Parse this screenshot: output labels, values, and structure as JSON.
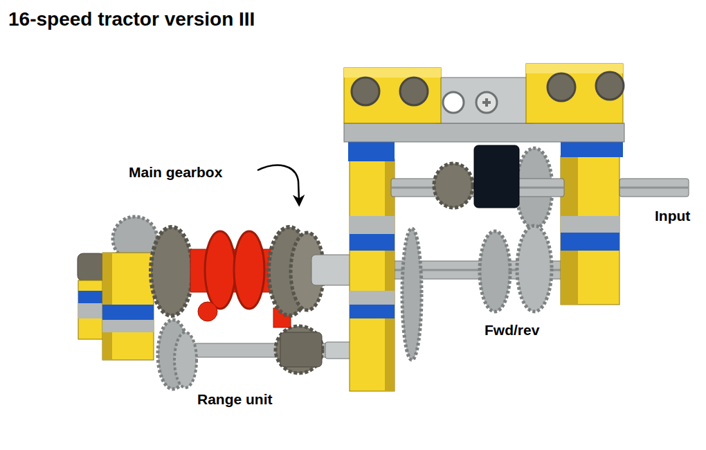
{
  "diagram": {
    "title": "16-speed tractor version III",
    "labels": [
      "Main gearbox",
      "Input",
      "Fwd/rev",
      "Range unit"
    ]
  }
}
